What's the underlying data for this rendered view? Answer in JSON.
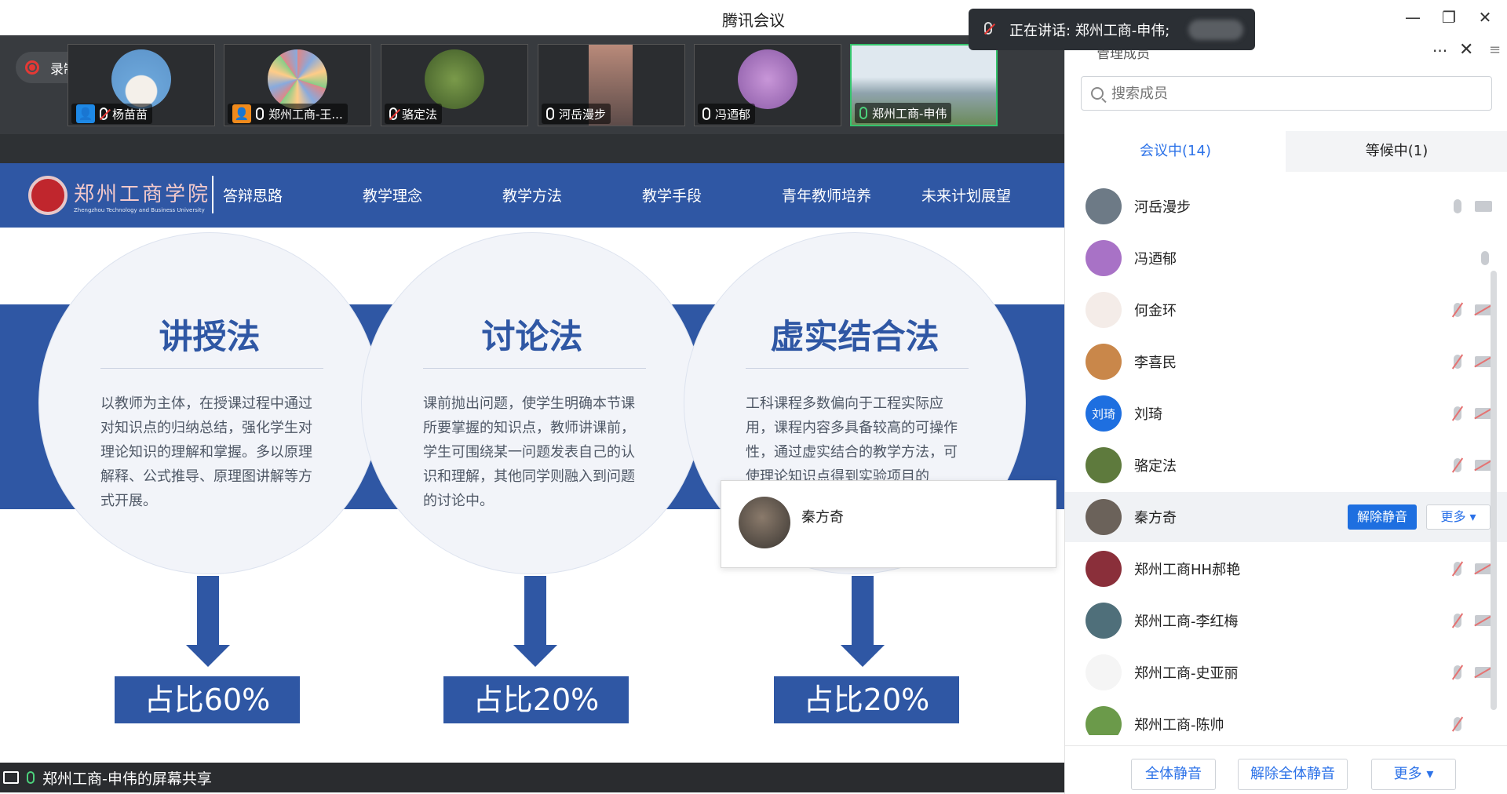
{
  "window": {
    "title": "腾讯会议"
  },
  "speaking": {
    "text": "正在讲话: 郑州工商-申伟;"
  },
  "recording": {
    "label": "录制中"
  },
  "video_tiles": [
    {
      "name": "杨苗苗"
    },
    {
      "name": "郑州工商-王..."
    },
    {
      "name": "骆定法"
    },
    {
      "name": "河岳漫步"
    },
    {
      "name": "冯迺郁"
    },
    {
      "name": "郑州工商-申伟"
    }
  ],
  "slide": {
    "logo_text": "郑州工商学院",
    "logo_subtext": "Zhengzhou Technology and Business University",
    "nav": [
      "答辩思路",
      "教学理念",
      "教学方法",
      "教学手段",
      "青年教师培养",
      "未来计划展望"
    ],
    "methods": [
      {
        "title": "讲授法",
        "desc": "以教师为主体，在授课过程中通过对知识点的归纳总结，强化学生对理论知识的理解和掌握。多以原理解释、公式推导、原理图讲解等方式开展。",
        "ratio": "占比60%"
      },
      {
        "title": "讨论法",
        "desc": "课前抛出问题，使学生明确本节课所要掌握的知识点，教师讲课前，学生可围绕某一问题发表自己的认识和理解，其他同学则融入到问题的讨论中。",
        "ratio": "占比20%"
      },
      {
        "title": "虚实结合法",
        "desc": "工科课程多数偏向于工程实际应用，课程内容多具备较高的可操作性，通过虚实结合的教学方法，可使理论知识点得到实验项目的",
        "ratio": "占比20%"
      }
    ]
  },
  "popup": {
    "name": "秦方奇"
  },
  "screen_share": {
    "label": "郑州工商-申伟的屏幕共享"
  },
  "panel": {
    "header": "管理成员",
    "search_placeholder": "搜索成员",
    "tab_in_meeting": "会议中(14)",
    "tab_waiting": "等候中(1)",
    "members": [
      {
        "name": "河岳漫步",
        "mic": "on",
        "cam": "on",
        "avatar_color": "#6d7a86"
      },
      {
        "name": "冯迺郁",
        "mic": "on",
        "cam": "none",
        "avatar_color": "#a872c6"
      },
      {
        "name": "何金环",
        "mic": "off",
        "cam": "off",
        "avatar_color": "#f4ece8"
      },
      {
        "name": "李喜民",
        "mic": "off",
        "cam": "off",
        "avatar_color": "#c9874a"
      },
      {
        "name": "刘琦",
        "mic": "off",
        "cam": "off",
        "avatar_color": "#1e6fe0",
        "avatar_text": "刘琦"
      },
      {
        "name": "骆定法",
        "mic": "off",
        "cam": "off",
        "avatar_color": "#5e7a3d"
      },
      {
        "name": "秦方奇",
        "mic": "none",
        "cam": "none",
        "avatar_color": "#6b625a",
        "highlight": true
      },
      {
        "name": "郑州工商HH郝艳",
        "mic": "off",
        "cam": "off",
        "avatar_color": "#8a2f3a"
      },
      {
        "name": "郑州工商-李红梅",
        "mic": "off",
        "cam": "off",
        "avatar_color": "#4f6f7a"
      },
      {
        "name": "郑州工商-史亚丽",
        "mic": "off",
        "cam": "off",
        "avatar_color": "#f5f5f5"
      },
      {
        "name": "郑州工商-陈帅",
        "mic": "off",
        "cam": "none",
        "avatar_color": "#6b9a4a"
      }
    ],
    "unmute_label": "解除静音",
    "more_label": "更多 ▾",
    "footer": {
      "mute_all": "全体静音",
      "unmute_all": "解除全体静音",
      "more": "更多 ▾"
    }
  },
  "colors": {
    "accent": "#2f57a4",
    "primary_blue": "#1e6fe0",
    "active_tile": "#34c46c"
  }
}
